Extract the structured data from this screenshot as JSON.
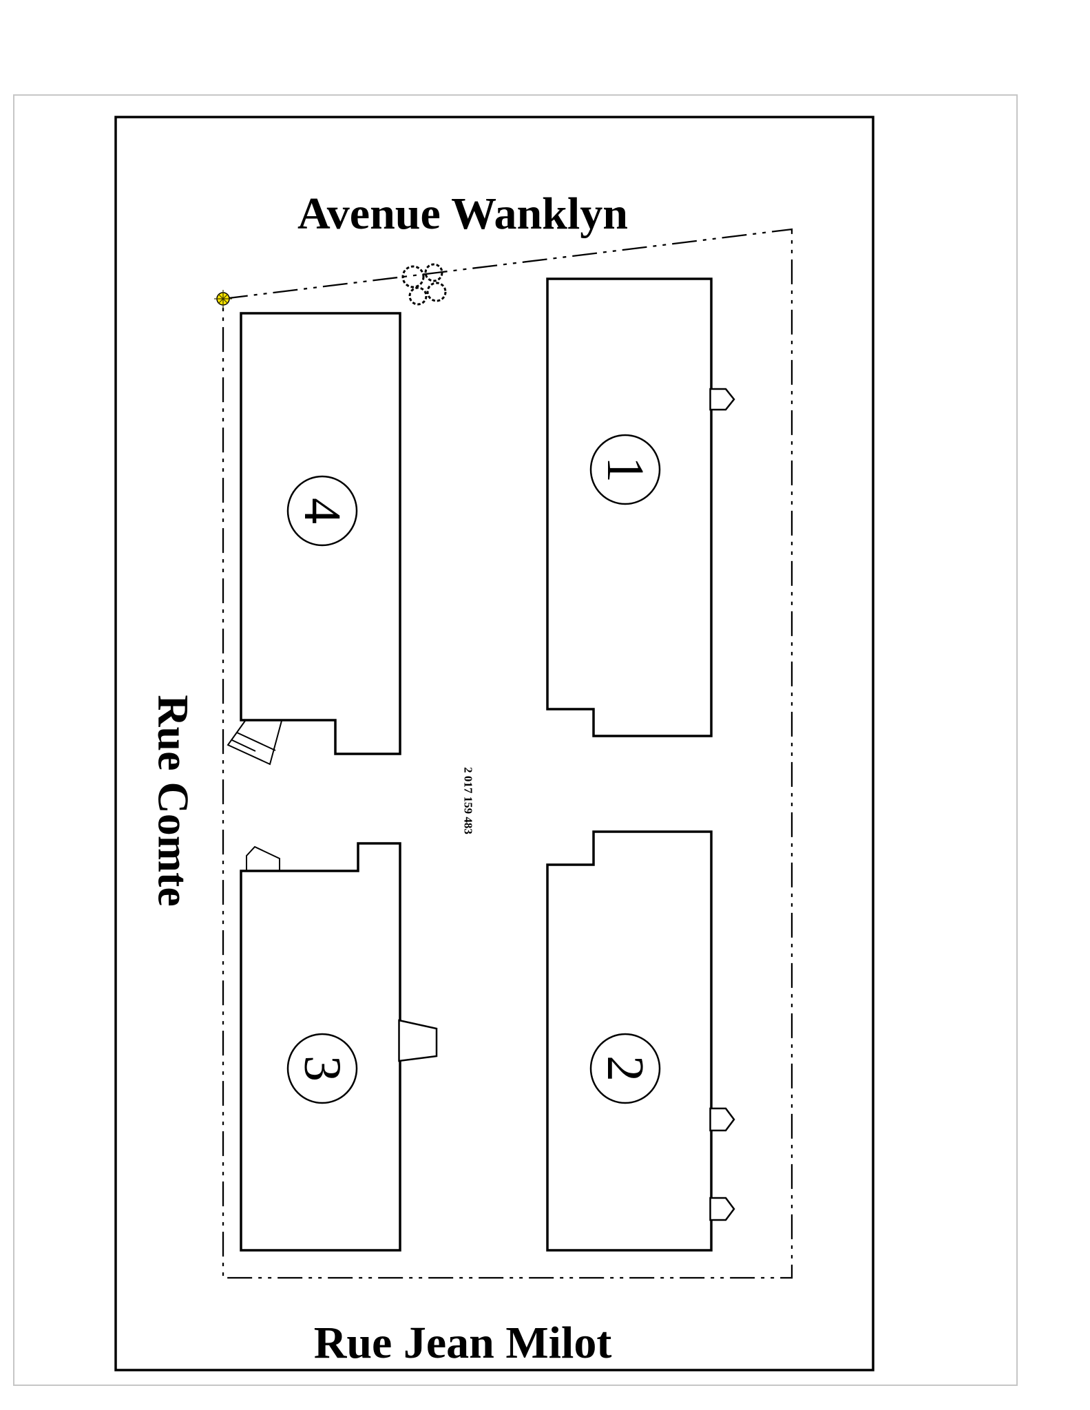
{
  "page": {
    "background": "#ffffff",
    "paper_border_color": "#c6c6c6",
    "frame_color": "#000000",
    "line_color": "#000000"
  },
  "streets": {
    "top": "Avenue Wanklyn",
    "left": "Rue Comte",
    "bottom": "Rue Jean Milot"
  },
  "buildings": [
    {
      "label": "1"
    },
    {
      "label": "2"
    },
    {
      "label": "3"
    },
    {
      "label": "4"
    }
  ],
  "annotations": {
    "center_lot_number": "2 017 159 483"
  },
  "symbols": {
    "survey_marker": {
      "color": "#ffe600"
    },
    "shrub_cluster": {
      "count": 4
    }
  }
}
